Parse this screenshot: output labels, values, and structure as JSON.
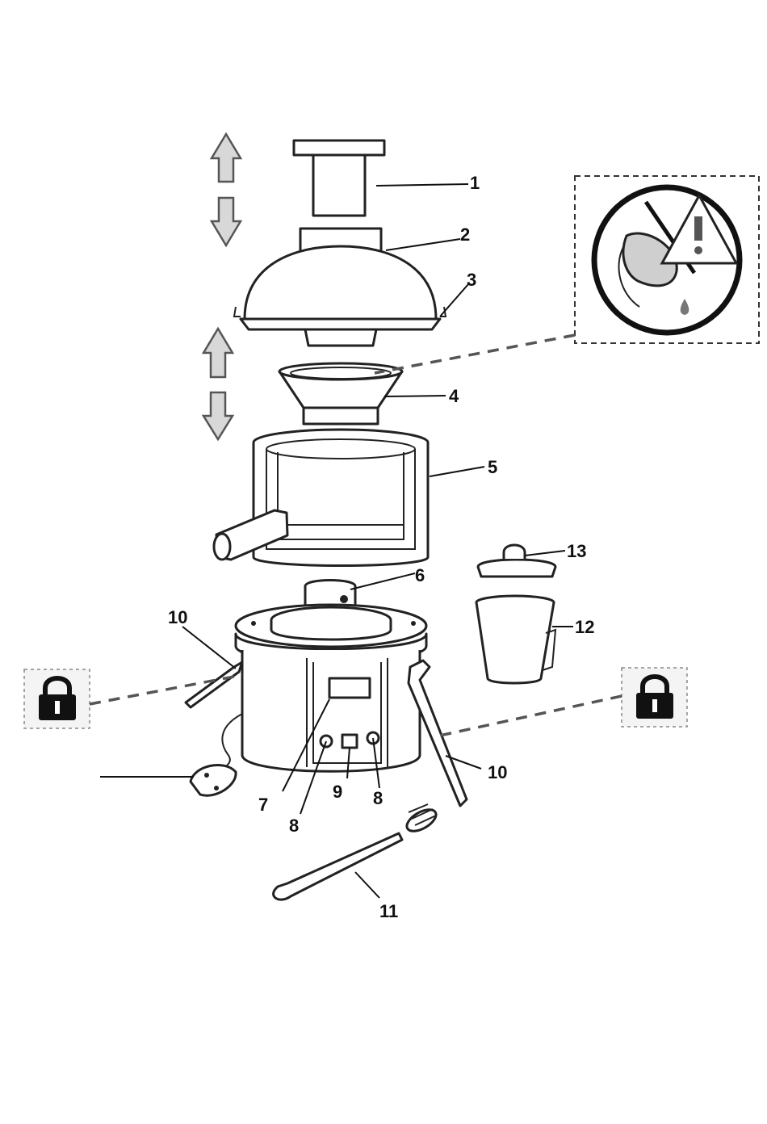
{
  "diagram": {
    "callouts": {
      "c1": "1",
      "c2": "2",
      "c3": "3",
      "c4": "4",
      "c5": "5",
      "c6": "6",
      "c7": "7",
      "c8a": "8",
      "c8b": "8",
      "c9": "9",
      "c10a": "10",
      "c10b": "10",
      "c11": "11",
      "c12": "12",
      "c13": "13"
    },
    "icons": {
      "warning": "hand-blade-prohibition-icon",
      "lock_left": "padlock-icon",
      "lock_right": "padlock-icon",
      "arrows": "up-down-arrow-icon"
    }
  }
}
